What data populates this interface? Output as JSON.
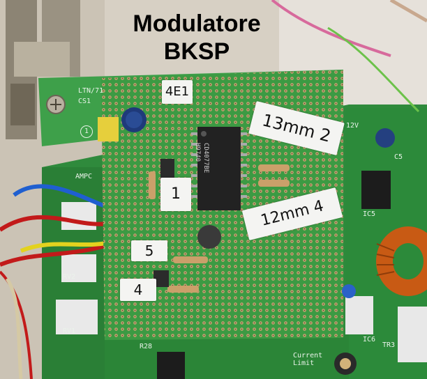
{
  "caption": {
    "line1": "Modulatore",
    "line2": "BKSP"
  },
  "handwritten_labels": [
    {
      "id": "lbl-4e1",
      "text": "4E1"
    },
    {
      "id": "lbl-13mm",
      "text": "13mm 2"
    },
    {
      "id": "lbl-1",
      "text": "1"
    },
    {
      "id": "lbl-12mm",
      "text": "12mm 4"
    },
    {
      "id": "lbl-5",
      "text": "5"
    },
    {
      "id": "lbl-4",
      "text": "4"
    }
  ],
  "silkscreen": {
    "ltn": "LTN/71",
    "cs": "CS1",
    "circle_one": "1",
    "ampc": "AMPC",
    "v12": "12V",
    "rv2": "RV2",
    "rv1": "RV1",
    "ic6": "IC6",
    "tr3": "TR3",
    "r28": "R28",
    "current_limit": "Current\nLimit",
    "c5": "C5",
    "ic5": "IC5"
  },
  "chip": {
    "line1": "CD4077BE",
    "line2": "H9740"
  },
  "colors": {
    "pcb_green": "#2f8a3c",
    "perfboard": "#c8a97a",
    "wire_red": "#c21a1a",
    "wire_blue": "#1f5fd0",
    "wire_yellow": "#e3d21e",
    "copper_coil": "#c85a14"
  }
}
